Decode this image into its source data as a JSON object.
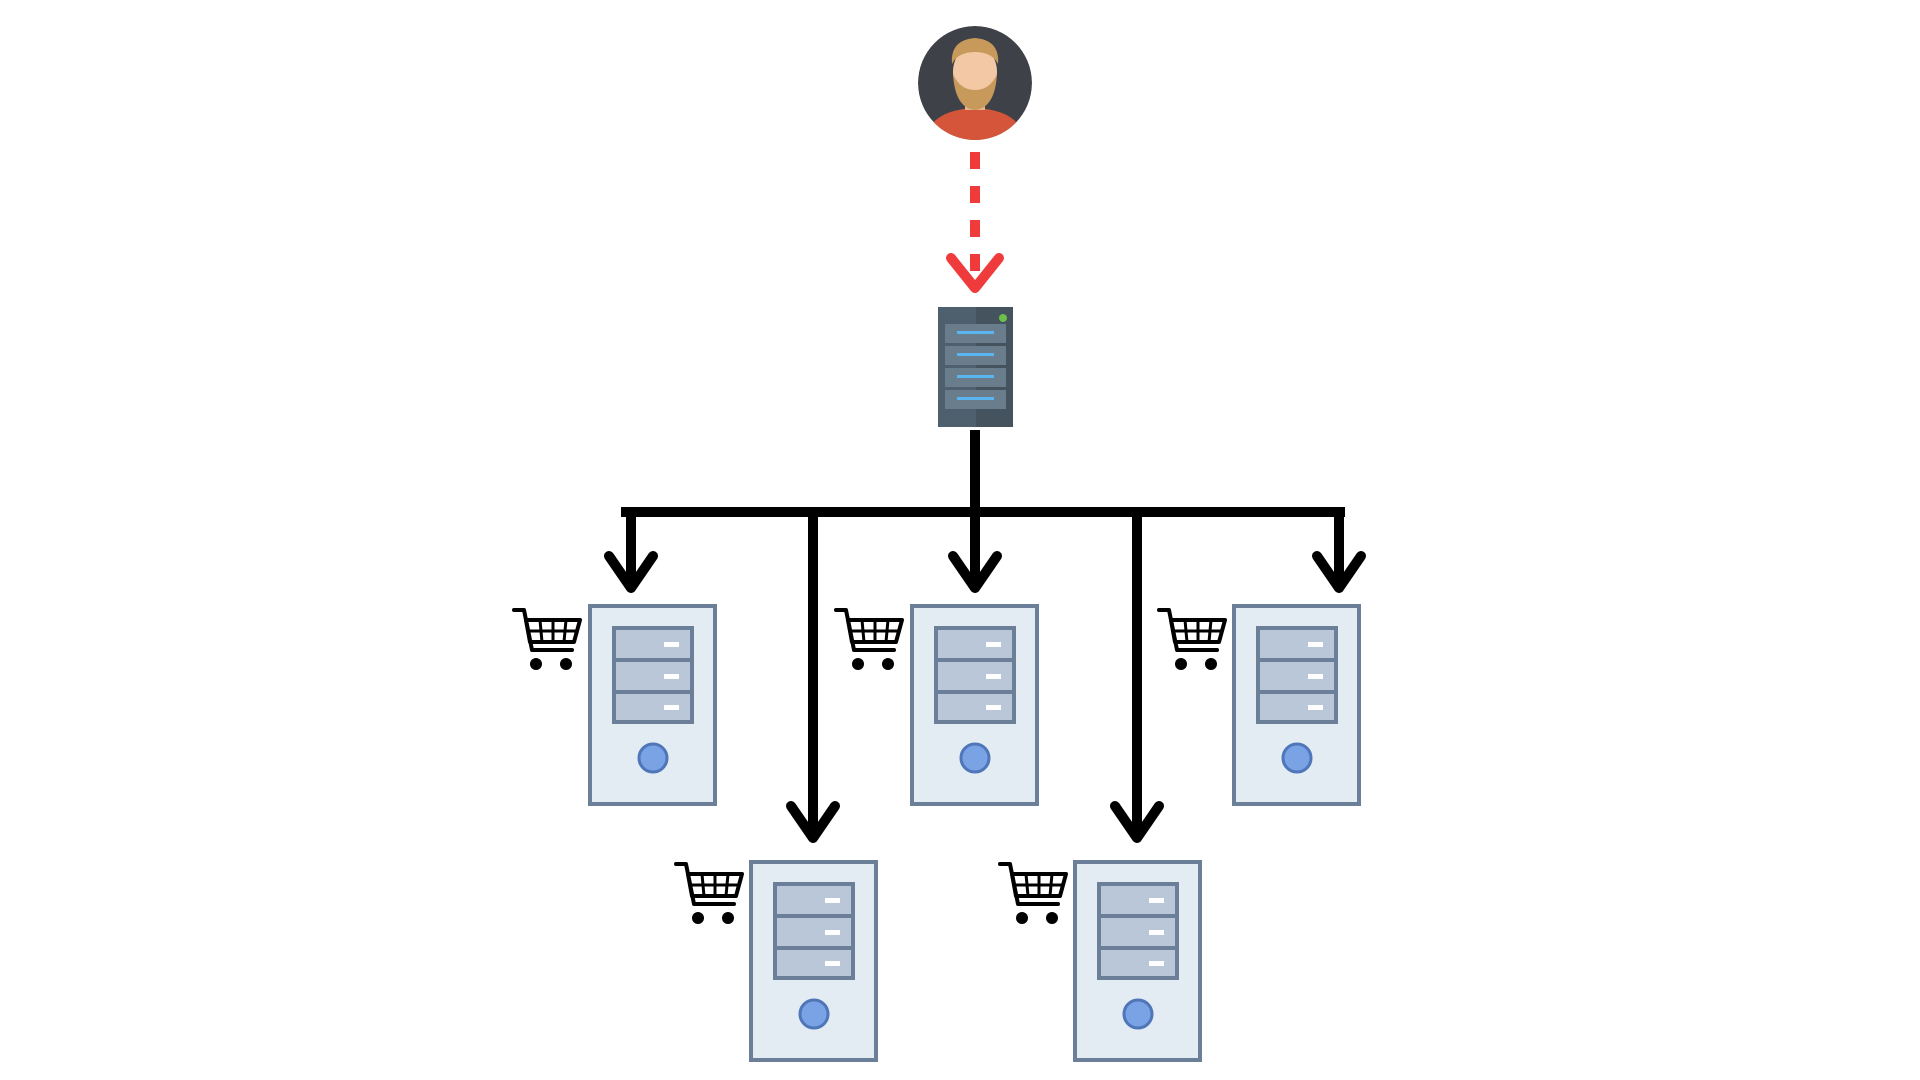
{
  "diagram": {
    "type": "load-balancer-topology",
    "colors": {
      "background": "#ffffff",
      "request_arrow": "#ef3b3b",
      "connector": "#000000",
      "server_body": "#e3ebf3",
      "server_border": "#6b7f99",
      "drive_bay": "#b9c7d9",
      "power_button": "#7aa3e5",
      "balancer_body": "#4e5f6e",
      "balancer_light": "#5ab4f0",
      "status_led": "#6cc04a",
      "avatar_bg": "#3e4147",
      "avatar_shirt": "#d4553a",
      "avatar_skin": "#f2c9a4",
      "avatar_hair": "#c79a5b"
    },
    "nodes": {
      "user": {
        "icon": "user-avatar-icon"
      },
      "load_balancer": {
        "icon": "rack-server-icon"
      },
      "servers": [
        {
          "id": "server-1",
          "icon": "tower-server-icon",
          "badge": "shopping-cart-icon",
          "row": "top"
        },
        {
          "id": "server-2",
          "icon": "tower-server-icon",
          "badge": "shopping-cart-icon",
          "row": "bottom"
        },
        {
          "id": "server-3",
          "icon": "tower-server-icon",
          "badge": "shopping-cart-icon",
          "row": "top"
        },
        {
          "id": "server-4",
          "icon": "tower-server-icon",
          "badge": "shopping-cart-icon",
          "row": "bottom"
        },
        {
          "id": "server-5",
          "icon": "tower-server-icon",
          "badge": "shopping-cart-icon",
          "row": "top"
        }
      ]
    },
    "edges": [
      {
        "from": "user",
        "to": "load_balancer",
        "style": "dashed"
      },
      {
        "from": "load_balancer",
        "to": "server-1",
        "style": "solid"
      },
      {
        "from": "load_balancer",
        "to": "server-2",
        "style": "solid"
      },
      {
        "from": "load_balancer",
        "to": "server-3",
        "style": "solid"
      },
      {
        "from": "load_balancer",
        "to": "server-4",
        "style": "solid"
      },
      {
        "from": "load_balancer",
        "to": "server-5",
        "style": "solid"
      }
    ]
  }
}
